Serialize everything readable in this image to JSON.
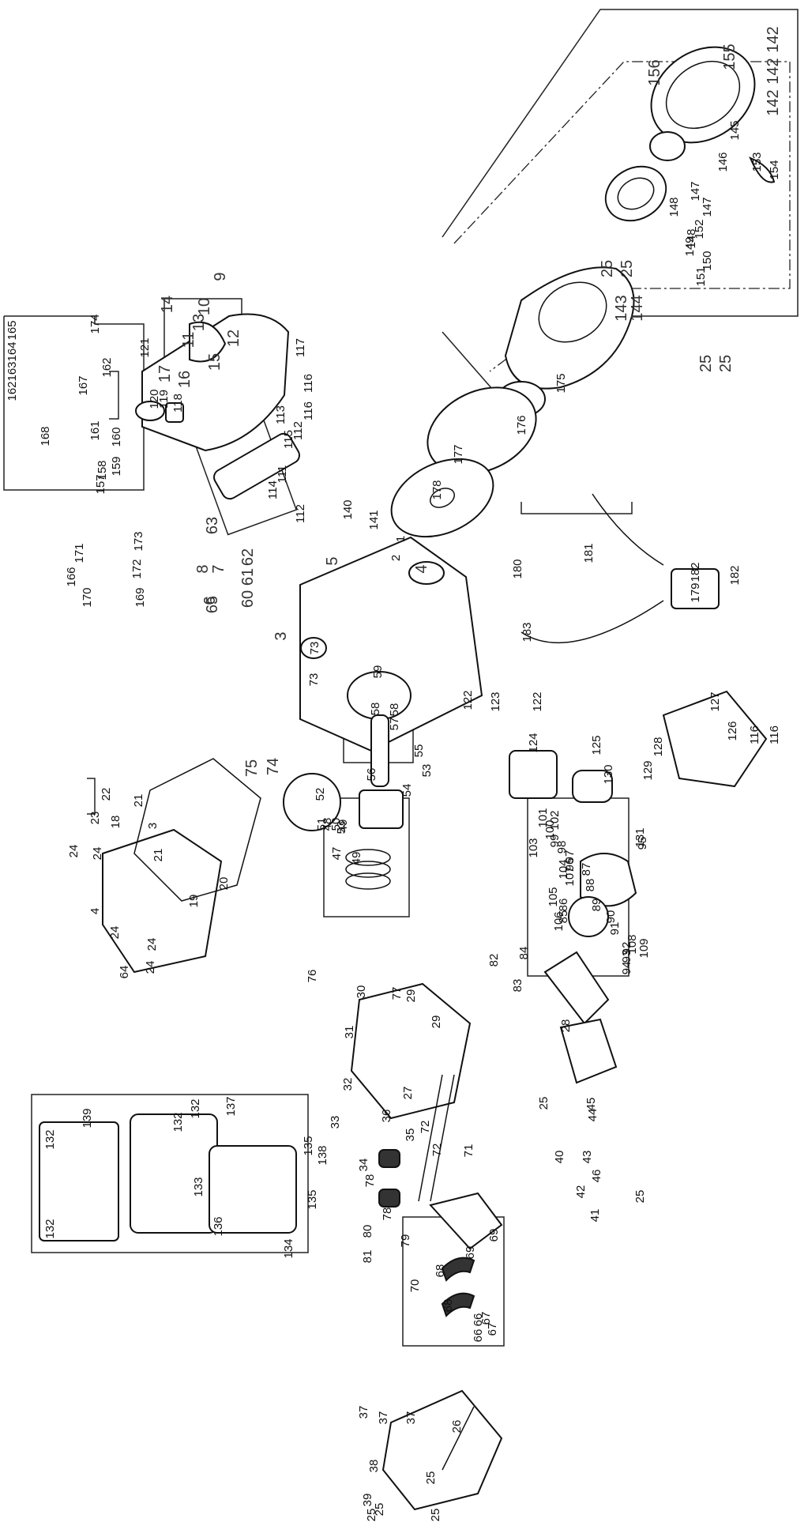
{
  "labels": [
    {
      "t": "142"
    },
    {
      "t": "142"
    },
    {
      "t": "142"
    },
    {
      "t": "155"
    },
    {
      "t": "156"
    },
    {
      "t": "145"
    },
    {
      "t": "146"
    },
    {
      "t": "153"
    },
    {
      "t": "154"
    },
    {
      "t": "147"
    },
    {
      "t": "147"
    },
    {
      "t": "148"
    },
    {
      "t": "148"
    },
    {
      "t": "149"
    },
    {
      "t": "150"
    },
    {
      "t": "151"
    },
    {
      "t": "152"
    },
    {
      "t": "25"
    },
    {
      "t": "25"
    },
    {
      "t": "25"
    },
    {
      "t": "25"
    },
    {
      "t": "144"
    },
    {
      "t": "143"
    },
    {
      "t": "175"
    },
    {
      "t": "176"
    },
    {
      "t": "177"
    },
    {
      "t": "178"
    },
    {
      "t": "117"
    },
    {
      "t": "116"
    },
    {
      "t": "116"
    },
    {
      "t": "121"
    },
    {
      "t": "120"
    },
    {
      "t": "119"
    },
    {
      "t": "118"
    },
    {
      "t": "113"
    },
    {
      "t": "115"
    },
    {
      "t": "112"
    },
    {
      "t": "111"
    },
    {
      "t": "114"
    },
    {
      "t": "112"
    },
    {
      "t": "140"
    },
    {
      "t": "141"
    },
    {
      "t": "1"
    },
    {
      "t": "2"
    },
    {
      "t": "4"
    },
    {
      "t": "5"
    },
    {
      "t": "166"
    },
    {
      "t": "171"
    },
    {
      "t": "170"
    },
    {
      "t": "8"
    },
    {
      "t": "7"
    },
    {
      "t": "6"
    },
    {
      "t": "169"
    },
    {
      "t": "172"
    },
    {
      "t": "173"
    },
    {
      "t": "181"
    },
    {
      "t": "180"
    },
    {
      "t": "182"
    },
    {
      "t": "182"
    },
    {
      "t": "179"
    },
    {
      "t": "183"
    },
    {
      "t": "14"
    },
    {
      "t": "13"
    },
    {
      "t": "11"
    },
    {
      "t": "10"
    },
    {
      "t": "9"
    },
    {
      "t": "12"
    },
    {
      "t": "15"
    },
    {
      "t": "17"
    },
    {
      "t": "16"
    },
    {
      "t": "174"
    },
    {
      "t": "165"
    },
    {
      "t": "164"
    },
    {
      "t": "163"
    },
    {
      "t": "162"
    },
    {
      "t": "162"
    },
    {
      "t": "167"
    },
    {
      "t": "168"
    },
    {
      "t": "161"
    },
    {
      "t": "160"
    },
    {
      "t": "159"
    },
    {
      "t": "158"
    },
    {
      "t": "157"
    },
    {
      "t": "3"
    },
    {
      "t": "62"
    },
    {
      "t": "61"
    },
    {
      "t": "60"
    },
    {
      "t": "63"
    },
    {
      "t": "65"
    },
    {
      "t": "73"
    },
    {
      "t": "73"
    },
    {
      "t": "59"
    },
    {
      "t": "58"
    },
    {
      "t": "58"
    },
    {
      "t": "57"
    },
    {
      "t": "56"
    },
    {
      "t": "122"
    },
    {
      "t": "123"
    },
    {
      "t": "122"
    },
    {
      "t": "124"
    },
    {
      "t": "125"
    },
    {
      "t": "130"
    },
    {
      "t": "129"
    },
    {
      "t": "128"
    },
    {
      "t": "127"
    },
    {
      "t": "126"
    },
    {
      "t": "116"
    },
    {
      "t": "116"
    },
    {
      "t": "131"
    },
    {
      "t": "75"
    },
    {
      "t": "74"
    },
    {
      "t": "55"
    },
    {
      "t": "53"
    },
    {
      "t": "54"
    },
    {
      "t": "53"
    },
    {
      "t": "23"
    },
    {
      "t": "22"
    },
    {
      "t": "21"
    },
    {
      "t": "18"
    },
    {
      "t": "3"
    },
    {
      "t": "21"
    },
    {
      "t": "20"
    },
    {
      "t": "52"
    },
    {
      "t": "51"
    },
    {
      "t": "50"
    },
    {
      "t": "48"
    },
    {
      "t": "49"
    },
    {
      "t": "47"
    },
    {
      "t": "49"
    },
    {
      "t": "24"
    },
    {
      "t": "24"
    },
    {
      "t": "4"
    },
    {
      "t": "19"
    },
    {
      "t": "24"
    },
    {
      "t": "64"
    },
    {
      "t": "24"
    },
    {
      "t": "24"
    },
    {
      "t": "95"
    },
    {
      "t": "101"
    },
    {
      "t": "102"
    },
    {
      "t": "100"
    },
    {
      "t": "99"
    },
    {
      "t": "98"
    },
    {
      "t": "97"
    },
    {
      "t": "96"
    },
    {
      "t": "107"
    },
    {
      "t": "103"
    },
    {
      "t": "104"
    },
    {
      "t": "105"
    },
    {
      "t": "106"
    },
    {
      "t": "86"
    },
    {
      "t": "85"
    },
    {
      "t": "84"
    },
    {
      "t": "83"
    },
    {
      "t": "82"
    },
    {
      "t": "87"
    },
    {
      "t": "88"
    },
    {
      "t": "89"
    },
    {
      "t": "90"
    },
    {
      "t": "91"
    },
    {
      "t": "92"
    },
    {
      "t": "93"
    },
    {
      "t": "94"
    },
    {
      "t": "108"
    },
    {
      "t": "109"
    },
    {
      "t": "76"
    },
    {
      "t": "30"
    },
    {
      "t": "77"
    },
    {
      "t": "31"
    },
    {
      "t": "32"
    },
    {
      "t": "29"
    },
    {
      "t": "29"
    },
    {
      "t": "28"
    },
    {
      "t": "27"
    },
    {
      "t": "36"
    },
    {
      "t": "35"
    },
    {
      "t": "33"
    },
    {
      "t": "34"
    },
    {
      "t": "25"
    },
    {
      "t": "45"
    },
    {
      "t": "44"
    },
    {
      "t": "40"
    },
    {
      "t": "43"
    },
    {
      "t": "46"
    },
    {
      "t": "42"
    },
    {
      "t": "41"
    },
    {
      "t": "25"
    },
    {
      "t": "137"
    },
    {
      "t": "132"
    },
    {
      "t": "139"
    },
    {
      "t": "132"
    },
    {
      "t": "132"
    },
    {
      "t": "132"
    },
    {
      "t": "135"
    },
    {
      "t": "138"
    },
    {
      "t": "135"
    },
    {
      "t": "133"
    },
    {
      "t": "136"
    },
    {
      "t": "134"
    },
    {
      "t": "78"
    },
    {
      "t": "78"
    },
    {
      "t": "80"
    },
    {
      "t": "79"
    },
    {
      "t": "81"
    },
    {
      "t": "72"
    },
    {
      "t": "72"
    },
    {
      "t": "71"
    },
    {
      "t": "69"
    },
    {
      "t": "69"
    },
    {
      "t": "68"
    },
    {
      "t": "68"
    },
    {
      "t": "67"
    },
    {
      "t": "67"
    },
    {
      "t": "66"
    },
    {
      "t": "66"
    },
    {
      "t": "70"
    },
    {
      "t": "37"
    },
    {
      "t": "37"
    },
    {
      "t": "37"
    },
    {
      "t": "26"
    },
    {
      "t": "38"
    },
    {
      "t": "39"
    },
    {
      "t": "25"
    },
    {
      "t": "25"
    },
    {
      "t": "25"
    },
    {
      "t": "25"
    }
  ]
}
